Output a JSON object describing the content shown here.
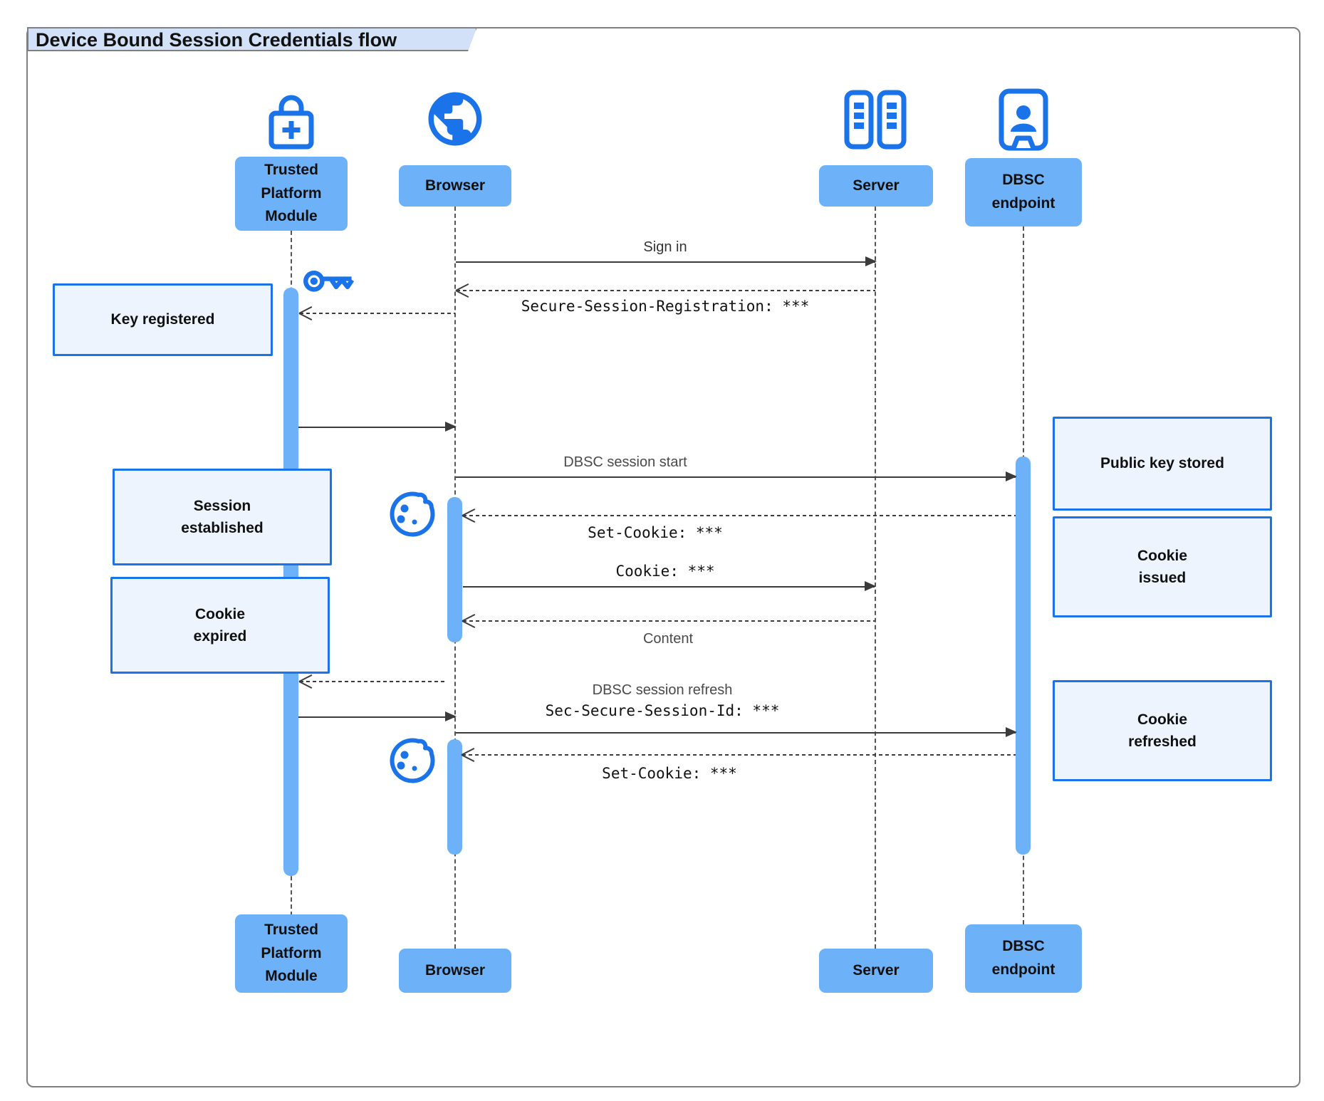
{
  "title": "Device Bound Session Credentials flow",
  "actors": {
    "tpm": {
      "label": [
        "Trusted",
        "Platform",
        "Module"
      ],
      "icon": "lock-plus-icon"
    },
    "browser": {
      "label": [
        "Browser"
      ],
      "icon": "globe-icon"
    },
    "server": {
      "label": [
        "Server"
      ],
      "icon": "server-icon"
    },
    "dbsc": {
      "label": [
        "DBSC",
        "endpoint"
      ],
      "icon": "id-badge-icon"
    }
  },
  "messages": {
    "sign_in": "Sign in",
    "registration": "Secure-Session-Registration: ***",
    "session_start": "DBSC session start",
    "set_cookie_1": "Set-Cookie: ***",
    "cookie": "Cookie: ***",
    "content": "Content",
    "session_refresh": "DBSC session refresh",
    "session_id": "Sec-Secure-Session-Id: ***",
    "set_cookie_2": "Set-Cookie: ***"
  },
  "notes": {
    "key_registered": [
      "Key registered"
    ],
    "session_established": [
      "Session",
      "established"
    ],
    "cookie_expired": [
      "Cookie",
      "expired"
    ],
    "public_key_stored": [
      "Public key stored"
    ],
    "cookie_issued": [
      "Cookie",
      "issued"
    ],
    "cookie_refreshed": [
      "Cookie",
      "refreshed"
    ]
  },
  "colors": {
    "accent": "#1a73e8",
    "actor_fill": "#6db2f8",
    "note_fill": "#edf4fd",
    "note_border": "#1a73e8",
    "title_fill": "#d3e1f8",
    "frame_border": "#7f7f7f",
    "arrow": "#3b3b3b",
    "lifeline": "#555555"
  }
}
